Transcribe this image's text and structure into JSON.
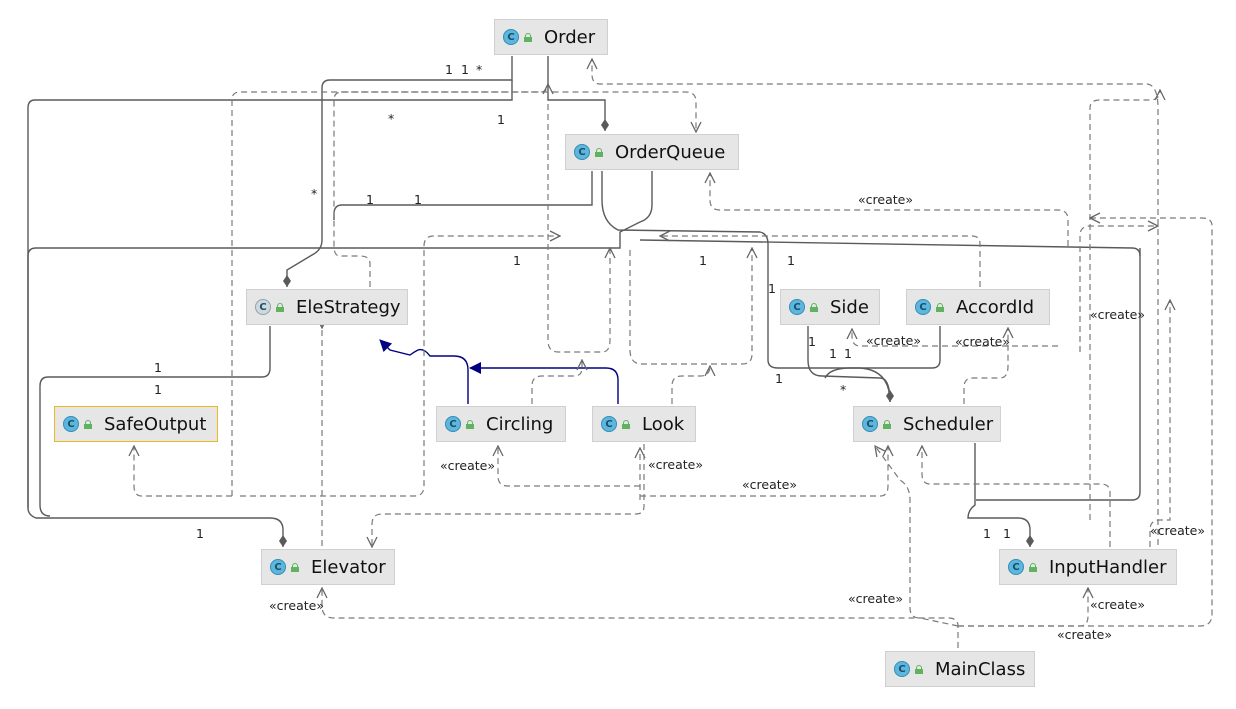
{
  "classes": {
    "order": "Order",
    "order_queue": "OrderQueue",
    "ele_strategy": "EleStrategy",
    "side": "Side",
    "accord_id": "AccordId",
    "safe_output": "SafeOutput",
    "circling": "Circling",
    "look": "Look",
    "scheduler": "Scheduler",
    "elevator": "Elevator",
    "input_handler": "InputHandler",
    "main_class": "MainClass"
  },
  "icons": {
    "class_badge": "C",
    "class_icon": "class-icon",
    "visibility_icon": "public-lock-icon"
  },
  "colors": {
    "association": "#5a5a5a",
    "dependency": "#7a7a7a",
    "inheritance": "#000080",
    "selection": "#e8b923"
  },
  "edge_labels": {
    "create": "«create»",
    "one": "1",
    "many": "*"
  }
}
